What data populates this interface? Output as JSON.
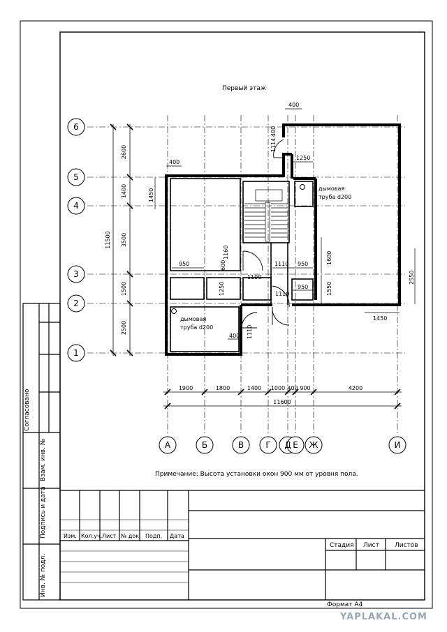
{
  "plan": {
    "title": "Первый этаж",
    "note": "Примечание: Высота установки окон 900 мм от уровня пола.",
    "chimney_text_1": "дымовая",
    "chimney_text_2": "труба d200"
  },
  "axes": {
    "rows": [
      "6",
      "5",
      "4",
      "3",
      "2",
      "1"
    ],
    "cols": [
      "А",
      "Б",
      "В",
      "Г",
      "Д",
      "Е",
      "Ж",
      "И"
    ]
  },
  "dims": {
    "vertical_segments": [
      "2600",
      "1400",
      "3500",
      "1500",
      "2500"
    ],
    "vertical_total": "11500",
    "horizontal_segments": [
      "1900",
      "1800",
      "1400",
      "1000",
      "400",
      "900",
      "4200"
    ],
    "horizontal_total": "11600",
    "inner": {
      "d400_top": "400",
      "d1114": "1114",
      "d400_vert": "400",
      "d400_left": "400",
      "d1250_top": "1250",
      "d1450_left": "1450",
      "d1160": "1160",
      "d950_left": "950",
      "d600": "600",
      "d1100": "1100",
      "d1110_a": "1110",
      "d950_a": "950",
      "d1600": "1600",
      "d2550": "2550",
      "d1250_mid": "1250",
      "d1110_b": "1110",
      "d950_b": "950",
      "d1550": "1550",
      "d1450_right": "1450",
      "d1110_c": "1110",
      "d400_bottom": "400"
    }
  },
  "stamp": {
    "side_labels": [
      "Согласовано",
      "Взам. инв. №",
      "Подпись и дата",
      "Инв. № подл."
    ],
    "headers": [
      "Изм.",
      "Кол.уч.",
      "Лист",
      "№ док.",
      "Подп.",
      "Дата"
    ],
    "stage_headers": [
      "Стадия",
      "Лист",
      "Листов"
    ],
    "format": "Формат А4"
  },
  "watermark": "YAPLAKAL.COM"
}
